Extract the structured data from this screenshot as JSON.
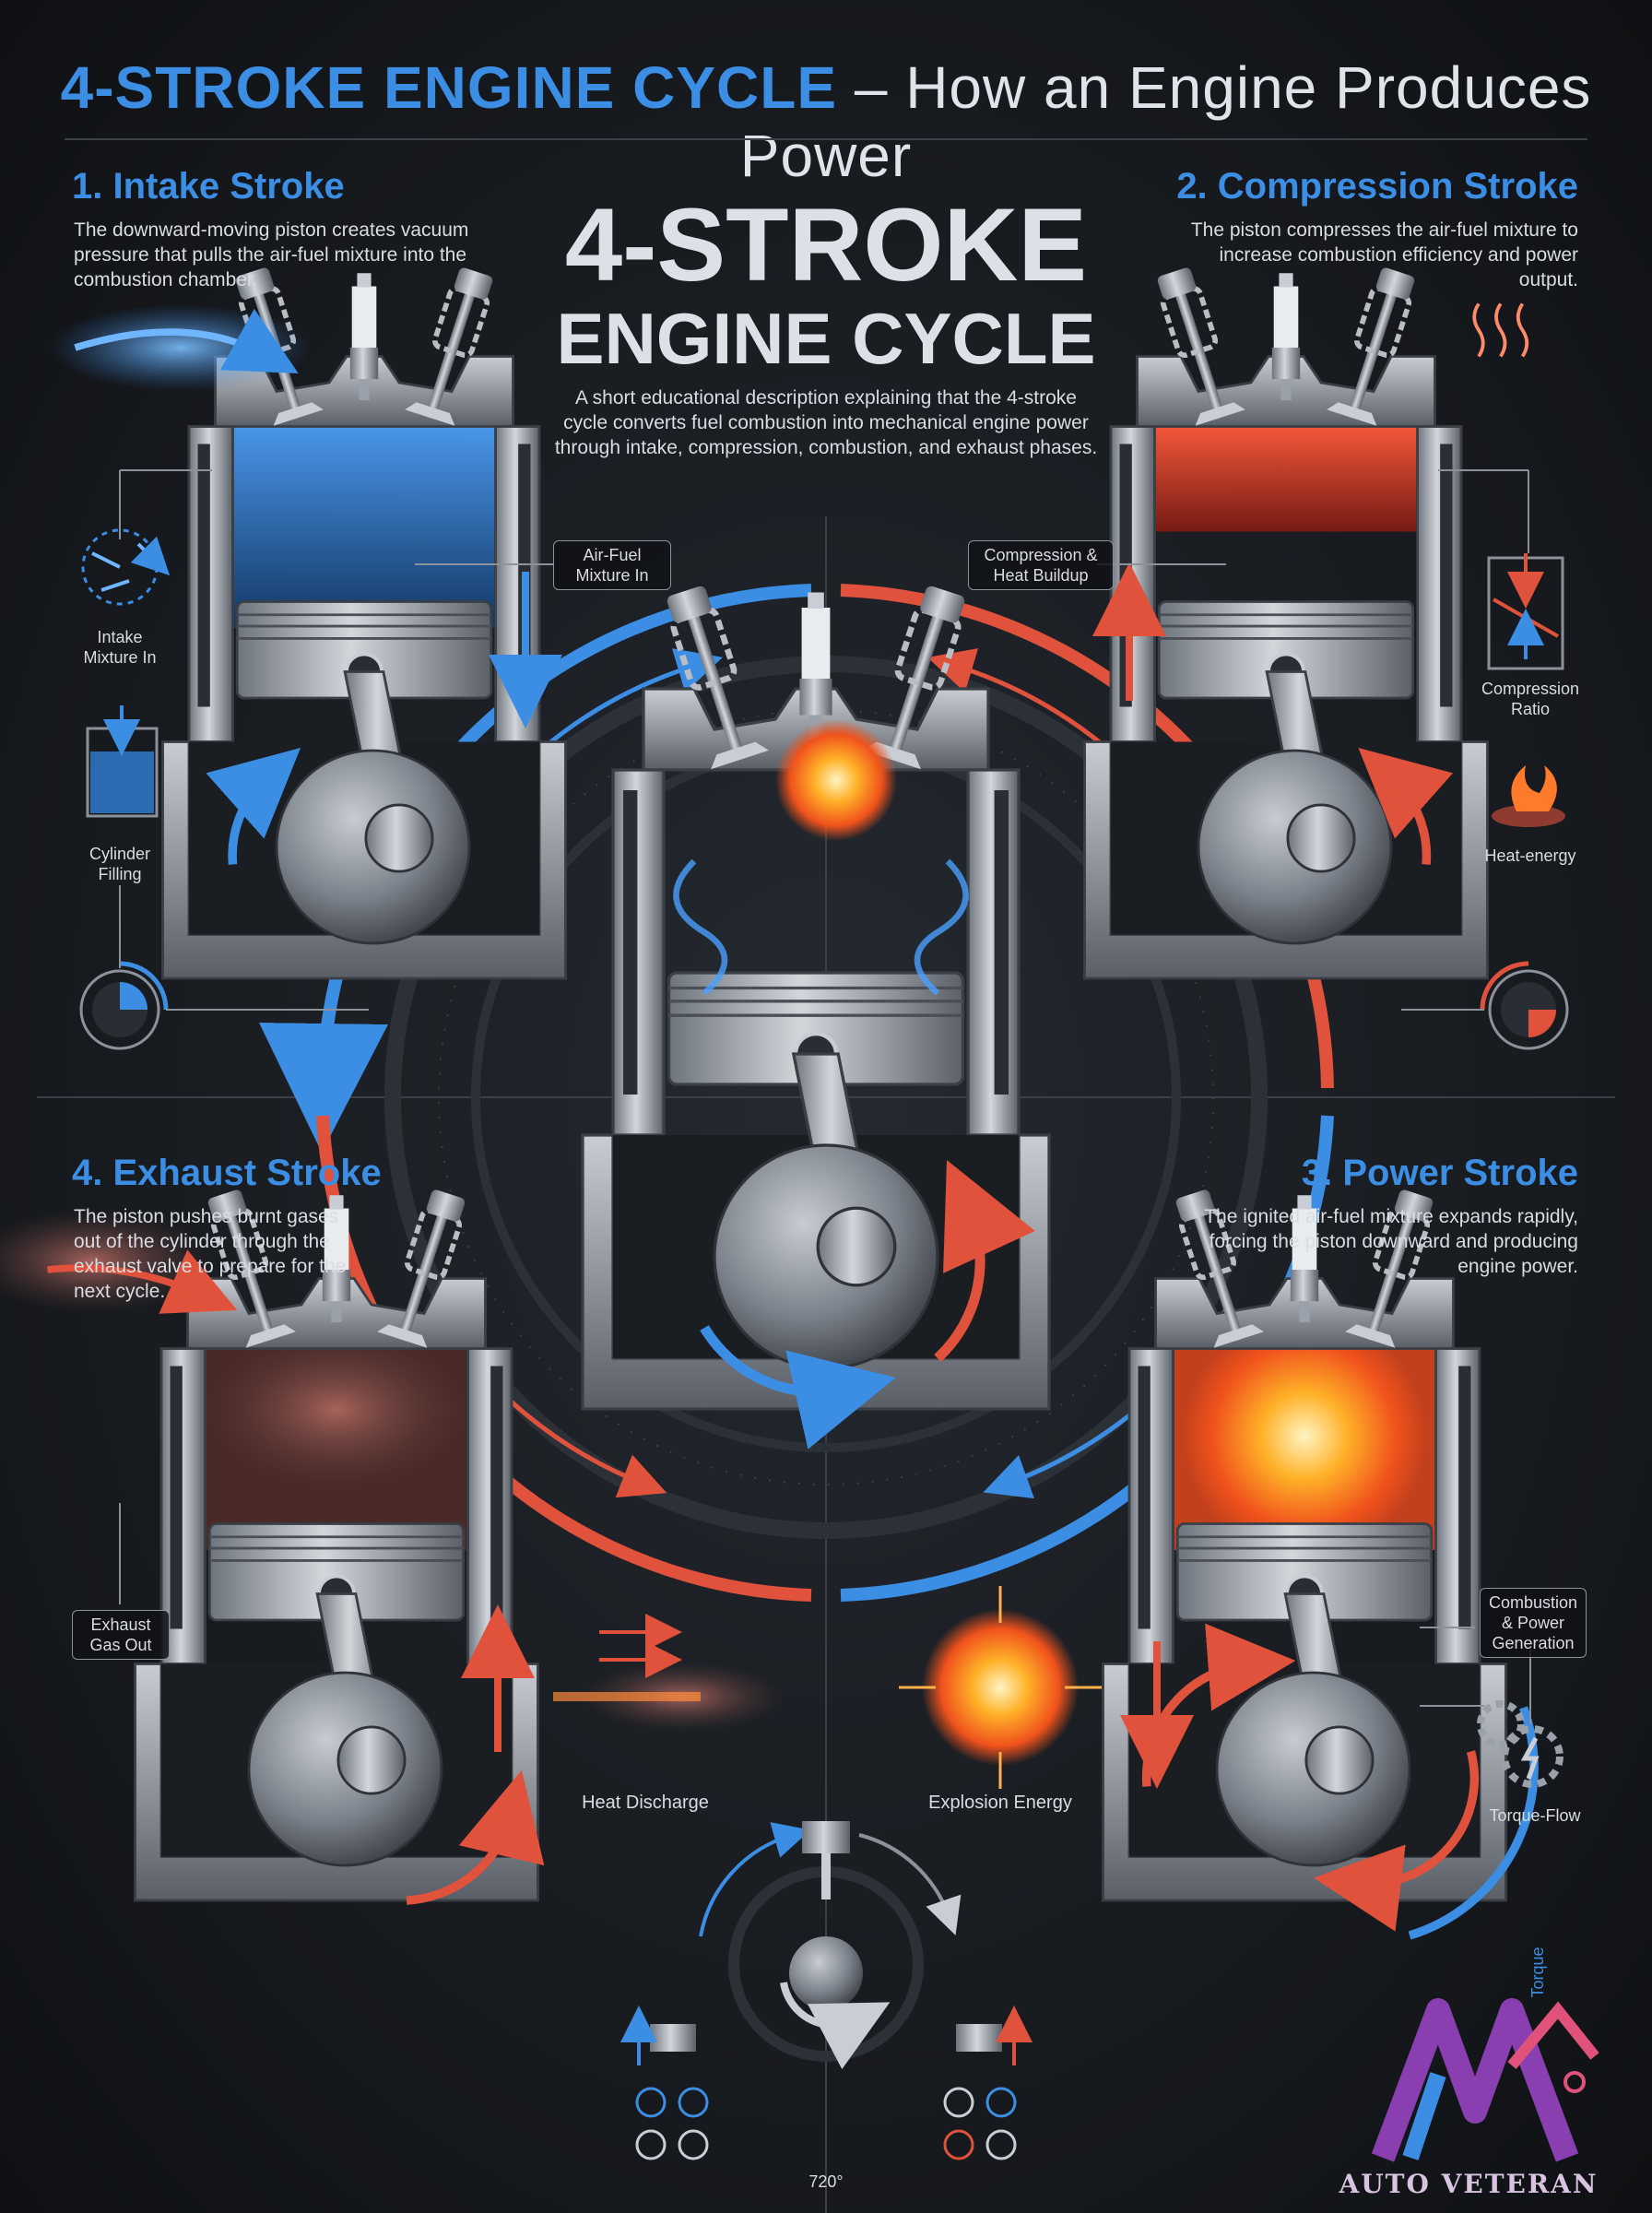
{
  "header": {
    "title_accent": "4-STROKE ENGINE CYCLE",
    "title_rest": " – How an Engine Produces Power"
  },
  "center": {
    "title_line1": "4-STROKE",
    "title_line2": "ENGINE CYCLE",
    "description": "A short educational description explaining that the 4-stroke cycle converts fuel combustion into mechanical engine power through intake, compression, combustion, and exhaust phases."
  },
  "strokes": [
    {
      "title": "1. Intake Stroke",
      "description": "The downward-moving piston creates vacuum pressure that pulls the air-fuel mixture into the combustion chamber.",
      "color": "#3b8ee3"
    },
    {
      "title": "2. Compression Stroke",
      "description": "The piston compresses the air-fuel mixture to increase combustion efficiency and power output.",
      "color": "#3b8ee3"
    },
    {
      "title": "3. Power Stroke",
      "description": "The ignited air-fuel mixture expands rapidly, forcing the piston downward and producing engine power.",
      "color": "#3b8ee3"
    },
    {
      "title": "4. Exhaust Stroke",
      "description": "The piston pushes burnt gases out of the cylinder through the exhaust valve to prepare for the next cycle.",
      "color": "#3b8ee3"
    }
  ],
  "callouts": {
    "air_fuel_in": "Air-Fuel\nMixture In",
    "intake_mixture_in": "Intake\nMixture In",
    "cylinder_filling": "Cylinder\nFilling",
    "compression_heat": "Compression &\nHeat Buildup",
    "compression_ratio": "Compression\nRatio",
    "heat_energy": "Heat-energy",
    "exhaust_gas_out": "Exhaust\nGas Out",
    "heat_discharge": "Heat Discharge",
    "explosion_energy": "Explosion Energy",
    "combustion_power": "Combustion\n& Power\nGeneration",
    "torque_flow": "Torque-Flow",
    "torque": "Torque",
    "degrees": "720°"
  },
  "logo": {
    "name": "AUTO VETERAN",
    "letters": "AV"
  },
  "colors": {
    "background": "#16191e",
    "accent_blue": "#3b8ee3",
    "accent_red": "#e0523c",
    "fire_orange": "#ff8a1f",
    "metal": "#9aa1ab"
  }
}
